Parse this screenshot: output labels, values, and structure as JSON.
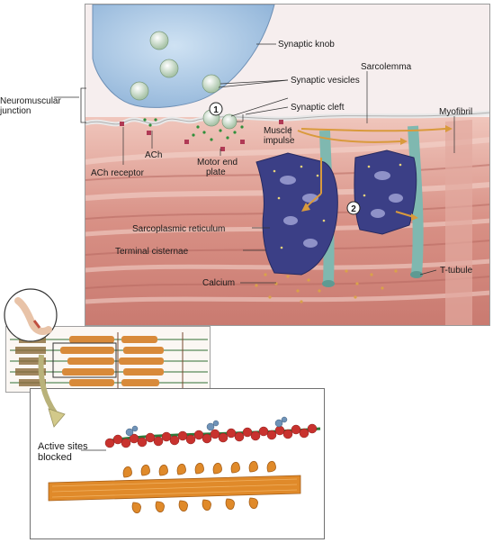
{
  "labels": {
    "synaptic_knob": "Synaptic knob",
    "sarcolemma": "Sarcolemma",
    "synaptic_vesicles": "Synaptic vesicles",
    "synaptic_cleft": "Synaptic cleft",
    "myofibril": "Myofibril",
    "neuromuscular_junction_line1": "Neuromuscular",
    "neuromuscular_junction_line2": "junction",
    "muscle_impulse_line1": "Muscle",
    "muscle_impulse_line2": "impulse",
    "ach": "ACh",
    "ach_receptor": "ACh receptor",
    "motor_end_plate_line1": "Motor end",
    "motor_end_plate_line2": "plate",
    "sarcoplasmic_reticulum": "Sarcoplasmic reticulum",
    "terminal_cisternae": "Terminal cisternae",
    "calcium": "Calcium",
    "t_tubule": "T-tubule",
    "active_sites_line1": "Active sites",
    "active_sites_line2": "blocked"
  },
  "steps": [
    "1",
    "2"
  ],
  "colors": {
    "knob": "#9fc0e0",
    "muscle": "#d9958c",
    "reticulum": "#3b3f86",
    "tubule": "#7fb8b0",
    "arrow": "#d99a3c",
    "actin_red": "#c8322e",
    "myosin_orange": "#e08a2a"
  }
}
